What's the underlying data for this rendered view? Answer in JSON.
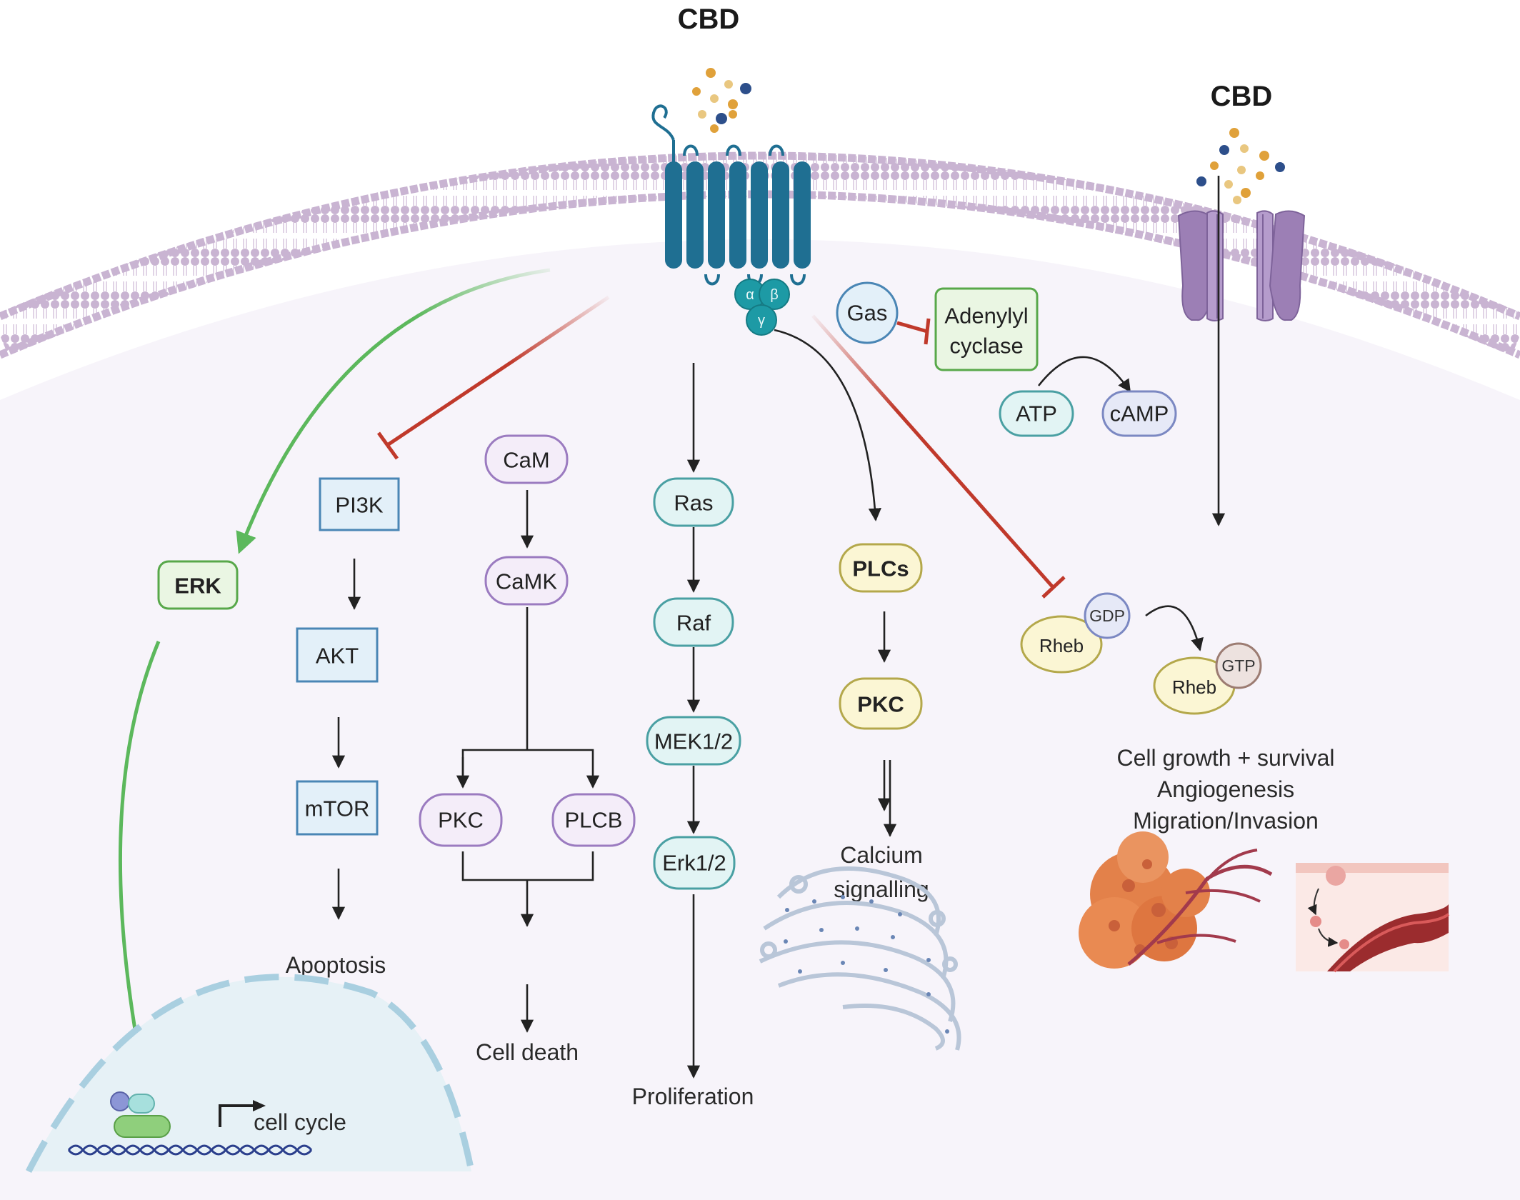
{
  "titles": {
    "cbd_receptor": "CBD",
    "cbd_channel": "CBD"
  },
  "receptor": {
    "alpha": "α",
    "beta": "β",
    "gamma": "γ"
  },
  "nodes": {
    "erk": "ERK",
    "pi3k": "PI3K",
    "akt": "AKT",
    "mtor": "mTOR",
    "cam": "CaM",
    "camk": "CaMK",
    "pkc_left": "PKC",
    "plcb": "PLCB",
    "ras": "Ras",
    "raf": "Raf",
    "mek": "MEK1/2",
    "erk12": "Erk1/2",
    "plcs": "PLCs",
    "pkc_mid": "PKC",
    "gas": "Gas",
    "adenylyl_line1": "Adenylyl",
    "adenylyl_line2": "cyclase",
    "atp": "ATP",
    "camp": "cAMP",
    "rheb1": "Rheb",
    "gdp": "GDP",
    "rheb2": "Rheb",
    "gtp": "GTP"
  },
  "outcomes": {
    "apoptosis": "Apoptosis",
    "cell_death": "Cell death",
    "proliferation": "Proliferation",
    "calcium_line1": "Calcium",
    "calcium_line2": "signalling",
    "growth_line1": "Cell growth + survival",
    "growth_line2": "Angiogenesis",
    "growth_line3": "Migration/Invasion",
    "cell_cycle": "cell cycle"
  },
  "colors": {
    "membrane": "#c9b4d2",
    "cytoplasm": "#f7f4fa",
    "receptor": "#1f6f92",
    "g_protein": "#1d9aa5",
    "channel": "#9c7fb5",
    "activation": "#5cb85c",
    "inhibition": "#c0392b",
    "blue_box_fill": "#e3f0f9",
    "blue_box_stroke": "#4a86b5",
    "purple_fill": "#f4edf9",
    "purple_stroke": "#9b7bc0",
    "teal_fill": "#e2f4f4",
    "teal_stroke": "#4aa0a3",
    "yellow_fill": "#fbf6d4",
    "yellow_stroke": "#b4a84b",
    "green_fill": "#eaf6e3",
    "green_stroke": "#58a84a",
    "tumor": "#e3814a"
  }
}
